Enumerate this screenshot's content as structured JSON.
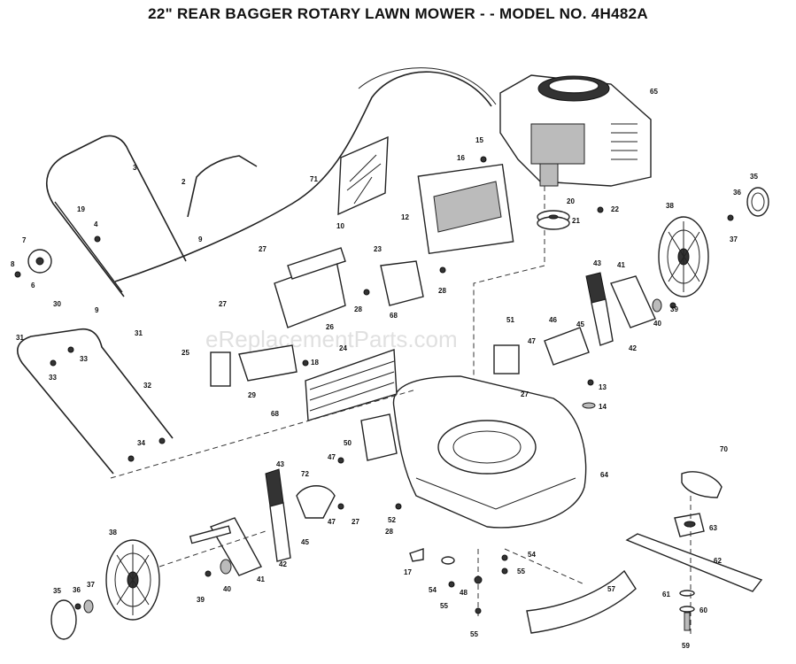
{
  "title": "22\" REAR BAGGER ROTARY LAWN MOWER - - MODEL NO. 4H482A",
  "watermark": "eReplacementParts.com",
  "callouts": {
    "c2": "2",
    "c3": "3",
    "c4": "4",
    "c6": "6",
    "c7": "7",
    "c8": "8",
    "c9a": "9",
    "c9b": "9",
    "c10": "10",
    "c12": "12",
    "c13": "13",
    "c14": "14",
    "c15": "15",
    "c16": "16",
    "c17": "17",
    "c18": "18",
    "c19": "19",
    "c20": "20",
    "c21": "21",
    "c22": "22",
    "c23": "23",
    "c24": "24",
    "c25": "25",
    "c26": "26",
    "c27a": "27",
    "c27b": "27",
    "c27c": "27",
    "c27d": "27",
    "c28a": "28",
    "c28b": "28",
    "c28c": "28",
    "c29": "29",
    "c30": "30",
    "c31a": "31",
    "c31b": "31",
    "c32": "32",
    "c33a": "33",
    "c33b": "33",
    "c34": "34",
    "c35a": "35",
    "c35b": "35",
    "c36a": "36",
    "c36b": "36",
    "c37a": "37",
    "c37b": "37",
    "c38a": "38",
    "c38b": "38",
    "c39a": "39",
    "c39b": "39",
    "c40a": "40",
    "c40b": "40",
    "c41a": "41",
    "c41b": "41",
    "c42a": "42",
    "c42b": "42",
    "c43a": "43",
    "c43b": "43",
    "c45a": "45",
    "c45b": "45",
    "c46": "46",
    "c47a": "47",
    "c47b": "47",
    "c47c": "47",
    "c48": "48",
    "c50": "50",
    "c51": "51",
    "c52": "52",
    "c54a": "54",
    "c54b": "54",
    "c55a": "55",
    "c55b": "55",
    "c55c": "55",
    "c57": "57",
    "c59": "59",
    "c60": "60",
    "c61": "61",
    "c62": "62",
    "c63": "63",
    "c64": "64",
    "c65": "65",
    "c68a": "68",
    "c68b": "68",
    "c70": "70",
    "c71": "71",
    "c72": "72"
  }
}
